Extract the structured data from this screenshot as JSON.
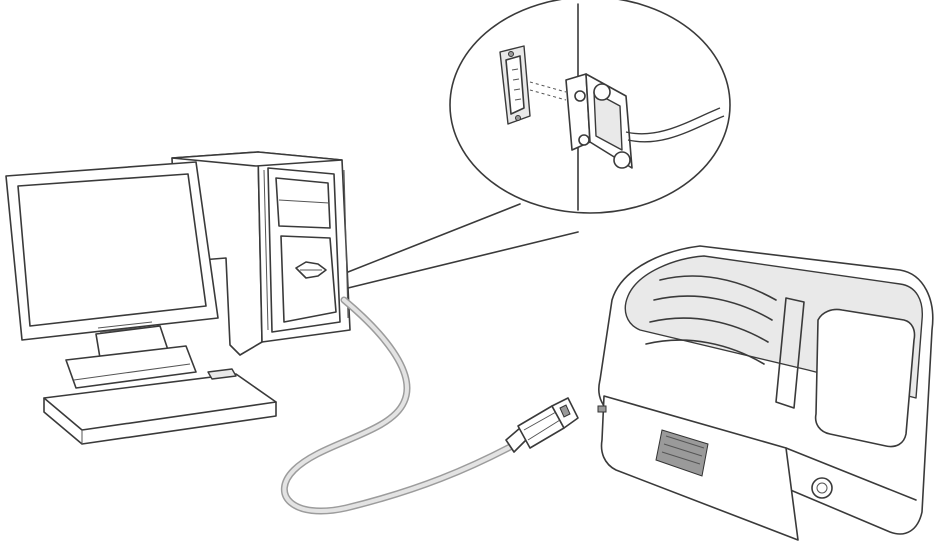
{
  "diagram": {
    "components": [
      {
        "id": "computer",
        "icon": "desktop-computer-icon"
      },
      {
        "id": "printer",
        "icon": "receipt-printer-icon"
      },
      {
        "id": "usb-cable",
        "icon": "usb-cable-icon"
      },
      {
        "id": "port-detail",
        "icon": "serial-port-callout-icon"
      }
    ],
    "colors": {
      "line": "#3a3a3a",
      "cable": "#d2d2d2",
      "background": "#ffffff"
    }
  }
}
